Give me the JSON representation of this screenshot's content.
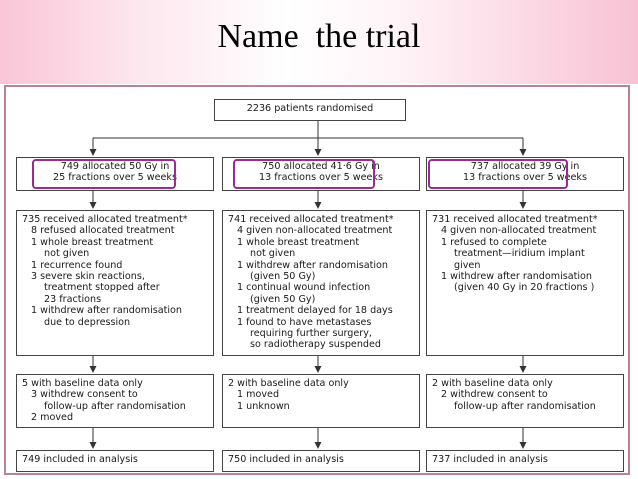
{
  "title": "Name  the trial",
  "top_box": "2236 patients randomised",
  "arms": [
    {
      "alloc": [
        "749 allocated 50 Gy in",
        "25 fractions over 5 weeks"
      ],
      "treatment": [
        {
          "t": "735 received allocated treatment*",
          "i": 0
        },
        {
          "t": "8 refused allocated treatment",
          "i": 1
        },
        {
          "t": "1 whole breast treatment",
          "i": 1
        },
        {
          "t": "not given",
          "i": 2
        },
        {
          "t": "1 recurrence found",
          "i": 1
        },
        {
          "t": "3 severe skin reactions,",
          "i": 1
        },
        {
          "t": "treatment stopped after",
          "i": 2
        },
        {
          "t": "23 fractions",
          "i": 2
        },
        {
          "t": "1 withdrew after randomisation",
          "i": 1
        },
        {
          "t": "due to depression",
          "i": 2
        }
      ],
      "followup": [
        {
          "t": "5 with baseline data only",
          "i": 0
        },
        {
          "t": "3 withdrew consent to",
          "i": 1
        },
        {
          "t": "follow-up after randomisation",
          "i": 2
        },
        {
          "t": "2 moved",
          "i": 1
        }
      ],
      "analysis": "749 included in analysis"
    },
    {
      "alloc": [
        "750 allocated 41·6 Gy in",
        "13 fractions over 5 weeks"
      ],
      "treatment": [
        {
          "t": "741 received allocated treatment*",
          "i": 0
        },
        {
          "t": "4 given non-allocated treatment",
          "i": 1
        },
        {
          "t": "1 whole breast treatment",
          "i": 1
        },
        {
          "t": "not given",
          "i": 2
        },
        {
          "t": "1 withdrew after randomisation",
          "i": 1
        },
        {
          "t": "(given 50 Gy)",
          "i": 2
        },
        {
          "t": "1 continual wound infection",
          "i": 1
        },
        {
          "t": "(given 50 Gy)",
          "i": 2
        },
        {
          "t": "1 treatment delayed for 18 days",
          "i": 1
        },
        {
          "t": "1 found to have metastases",
          "i": 1
        },
        {
          "t": "requiring further surgery,",
          "i": 2
        },
        {
          "t": "so radiotherapy suspended",
          "i": 2
        }
      ],
      "followup": [
        {
          "t": "2 with baseline data only",
          "i": 0
        },
        {
          "t": "1 moved",
          "i": 1
        },
        {
          "t": "1 unknown",
          "i": 1
        }
      ],
      "analysis": "750 included in analysis"
    },
    {
      "alloc": [
        "737 allocated 39 Gy in",
        "13 fractions over 5 weeks"
      ],
      "treatment": [
        {
          "t": "731 received allocated treatment*",
          "i": 0
        },
        {
          "t": "4 given non-allocated treatment",
          "i": 1
        },
        {
          "t": "1 refused to complete",
          "i": 1
        },
        {
          "t": "treatment—iridium implant",
          "i": 2
        },
        {
          "t": "given",
          "i": 2
        },
        {
          "t": "1 withdrew after randomisation",
          "i": 1
        },
        {
          "t": "(given 40 Gy in 20 fractions )",
          "i": 2
        }
      ],
      "followup": [
        {
          "t": "2 with baseline data only",
          "i": 0
        },
        {
          "t": "2 withdrew consent to",
          "i": 1
        },
        {
          "t": "follow-up after randomisation",
          "i": 2
        }
      ],
      "analysis": "737 included in analysis"
    }
  ]
}
